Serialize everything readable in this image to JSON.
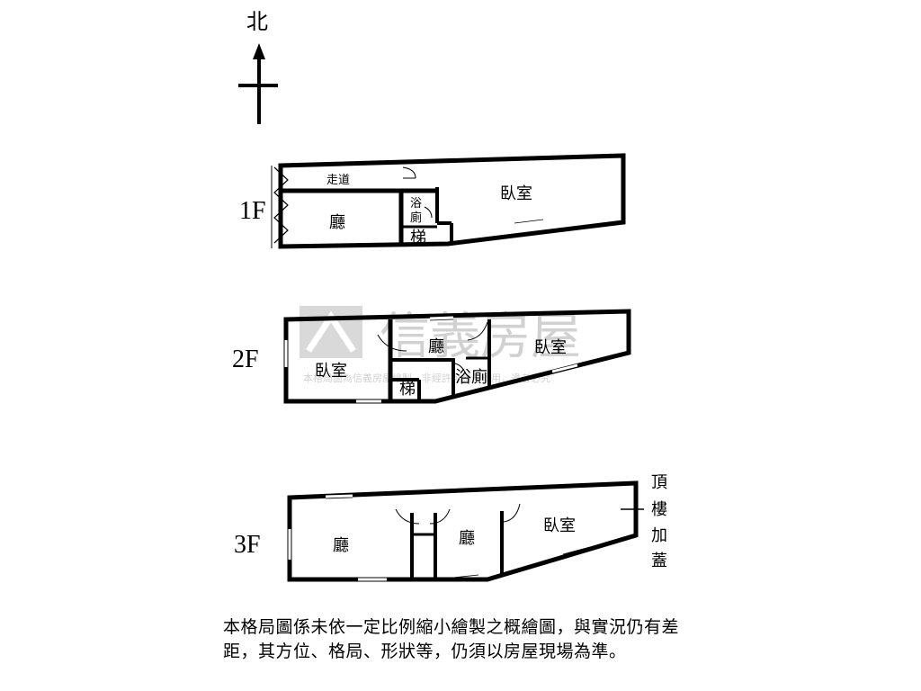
{
  "compass": {
    "north_label": "北"
  },
  "floors": {
    "f1": {
      "label": "1F",
      "rooms": {
        "corridor": "走道",
        "living": "廳",
        "bath_top": "浴",
        "bath_bottom": "廁",
        "stairs": "梯",
        "bedroom": "臥室"
      }
    },
    "f2": {
      "label": "2F",
      "rooms": {
        "bedroom_left": "臥室",
        "stairs": "梯",
        "living": "廳",
        "bath": "浴廁",
        "bedroom_right": "臥室"
      }
    },
    "f3": {
      "label": "3F",
      "rooms": {
        "living_left": "廳",
        "living_mid": "廳",
        "bedroom": "臥室"
      },
      "rooftop_note": [
        "頂",
        "樓",
        "加",
        "蓋"
      ]
    }
  },
  "watermark": {
    "brand": "信義房屋",
    "notice": "本格局圖為信義房屋繪製，非經許可請勿轉用，違者必究"
  },
  "disclaimer": "本格局圖係未依一定比例縮小繪製之概繪圖，與實況仍有差距，其方位、格局、形狀等，仍須以房屋現場為準。"
}
